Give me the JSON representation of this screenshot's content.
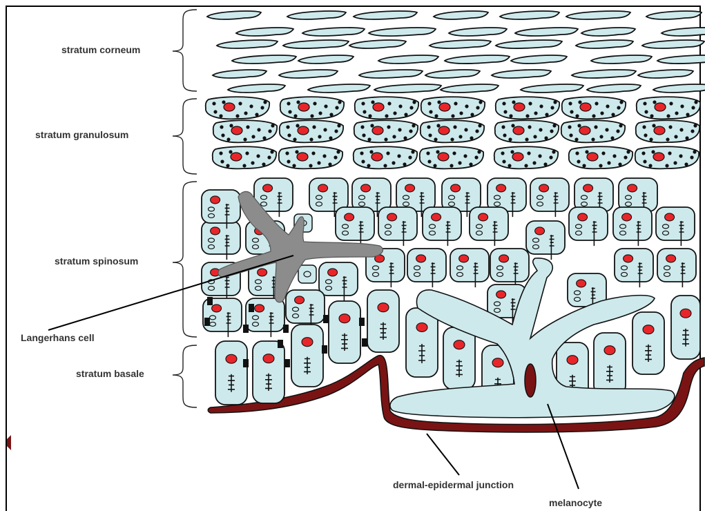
{
  "labels": {
    "corneum": "stratum corneum",
    "granulosum": "stratum granulosum",
    "spinosum": "stratum spinosum",
    "basale": "stratum basale",
    "langerhans": "Langerhans cell",
    "junction": "dermal-epidermal junction",
    "melanocyte": "melanocyte"
  },
  "colors": {
    "cell_fill": "#cde9ec",
    "nucleus": "#e8262a",
    "membrane": "#7a1414",
    "langerhans": "#8c8c8c",
    "outline": "#111111"
  }
}
